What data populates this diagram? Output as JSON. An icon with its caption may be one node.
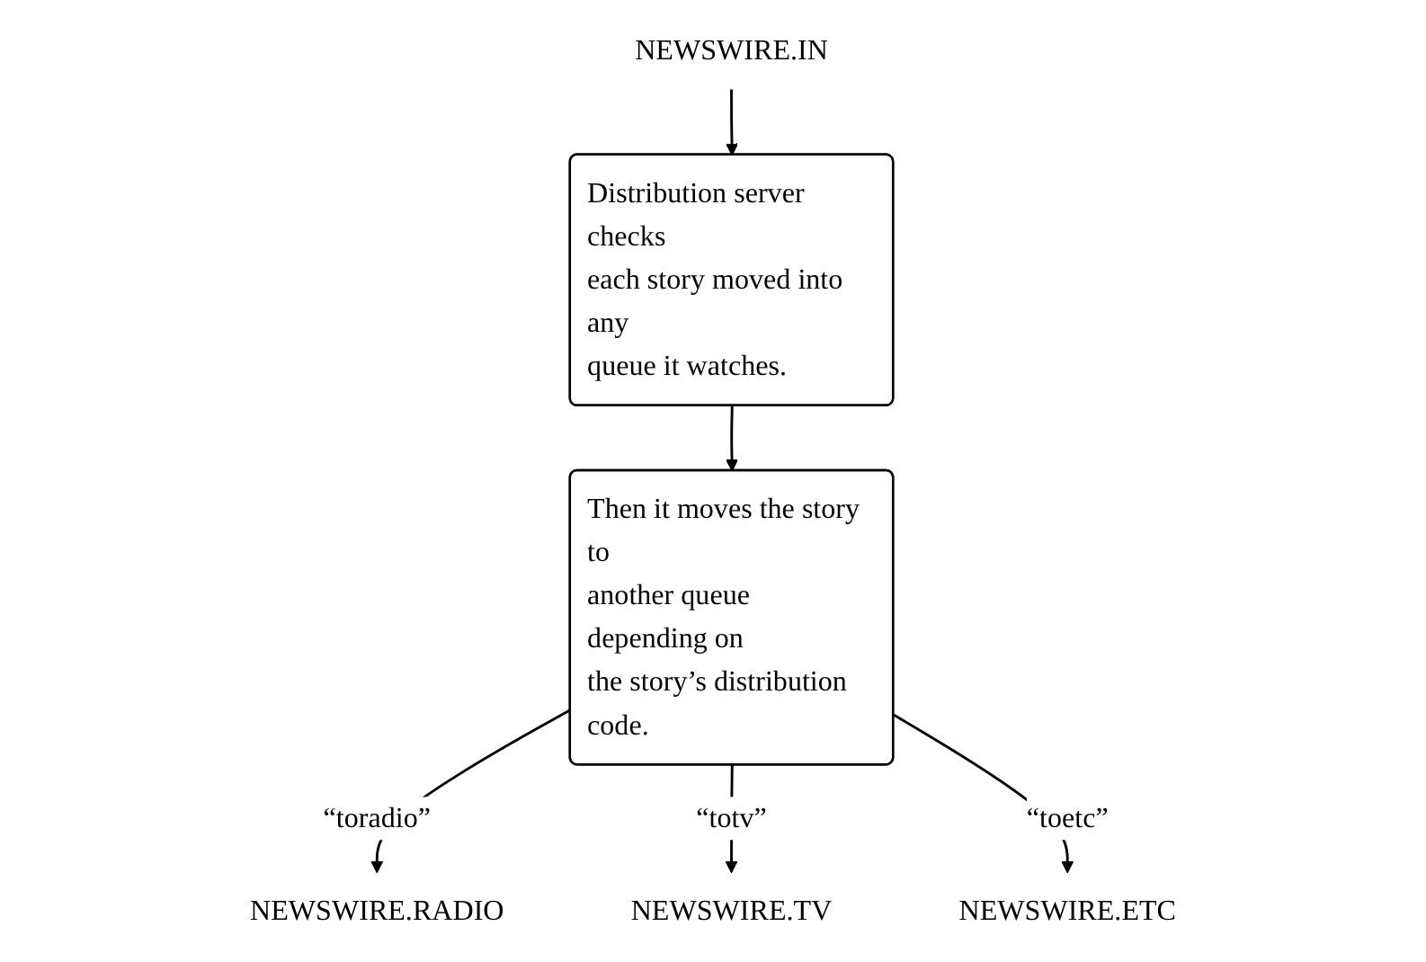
{
  "diagram": {
    "nodes": [
      {
        "text": [
          "NEWSWIRE.IN"
        ]
      },
      {
        "text": [
          "Distribution server checks each story moved into any queue it watches."
        ]
      },
      {
        "text": [
          "Then it moves the story to another queue depending on the story’s distribution code."
        ]
      },
      {
        "text": [
          "NEWSWIRE.RADIO"
        ]
      },
      {
        "text": [
          "NEWSWIRE.TV"
        ]
      },
      {
        "text": [
          "NEWSWIRE.ETC"
        ]
      }
    ],
    "edges": [
      {
        "from": 0,
        "to": 1,
        "arrow": "to"
      },
      {
        "from": 1,
        "to": 2,
        "arrow": "to"
      },
      {
        "from": 2,
        "to": 3,
        "arrow": "to",
        "label": "“toradio”"
      },
      {
        "from": 2,
        "to": 4,
        "arrow": "to",
        "label": "“totv”"
      },
      {
        "from": 2,
        "to": 5,
        "arrow": "to",
        "label": "“toetc”"
      }
    ]
  }
}
